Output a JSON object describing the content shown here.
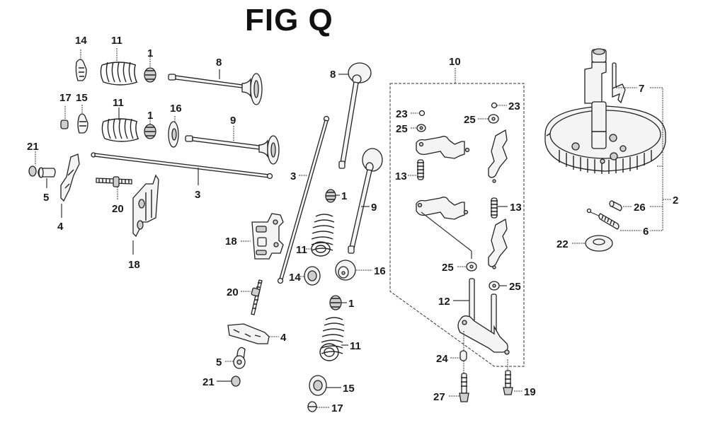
{
  "figure": {
    "title": "FIG Q",
    "type": "exploded parts diagram",
    "subject": "valve train / camshaft / rocker assembly"
  },
  "callouts": {
    "c14a": "14",
    "c11a": "11",
    "c1a": "1",
    "c8a": "8",
    "c17a": "17",
    "c15a": "15",
    "c11b": "11",
    "c1b": "1",
    "c16a": "16",
    "c9a": "9",
    "c21a": "21",
    "c5a": "5",
    "c4a": "4",
    "c20a": "20",
    "c3a": "3",
    "c18a": "18",
    "c3b": "3",
    "c8b": "8",
    "c1c": "1",
    "c9b": "9",
    "c18b": "18",
    "c11c": "11",
    "c14b": "14",
    "c16b": "16",
    "c20b": "20",
    "c4b": "4",
    "c5b": "5",
    "c21b": "21",
    "c1d": "1",
    "c11d": "11",
    "c15b": "15",
    "c17b": "17",
    "c10": "10",
    "c23a": "23",
    "c25a": "25",
    "c23b": "23",
    "c25b": "25",
    "c13a": "13",
    "c13b": "13",
    "c25c": "25",
    "c25d": "25",
    "c12": "12",
    "c24": "24",
    "c27": "27",
    "c19": "19",
    "c7": "7",
    "c2": "2",
    "c26": "26",
    "c6": "6",
    "c22": "22"
  },
  "parts": [
    {
      "ref": "1",
      "name": "valve-spring-retainer"
    },
    {
      "ref": "2",
      "name": "camshaft-assembly"
    },
    {
      "ref": "3",
      "name": "push-rod"
    },
    {
      "ref": "4",
      "name": "rocker-arm"
    },
    {
      "ref": "5",
      "name": "pivot-adjuster"
    },
    {
      "ref": "6",
      "name": "return-spring"
    },
    {
      "ref": "7",
      "name": "decompressor-weight"
    },
    {
      "ref": "8",
      "name": "intake-valve"
    },
    {
      "ref": "9",
      "name": "exhaust-valve"
    },
    {
      "ref": "10",
      "name": "tappet-assembly"
    },
    {
      "ref": "11",
      "name": "valve-spring"
    },
    {
      "ref": "12",
      "name": "tappet-shaft"
    },
    {
      "ref": "13",
      "name": "spring"
    },
    {
      "ref": "14",
      "name": "valve-stem-seal"
    },
    {
      "ref": "15",
      "name": "valve-stem-seal"
    },
    {
      "ref": "16",
      "name": "exhaust-valve-rotator"
    },
    {
      "ref": "17",
      "name": "valve-cotter"
    },
    {
      "ref": "18",
      "name": "push-rod-guide-plate"
    },
    {
      "ref": "19",
      "name": "bolt"
    },
    {
      "ref": "20",
      "name": "rocker-arm-pivot-bolt"
    },
    {
      "ref": "21",
      "name": "pivot-lock-nut"
    },
    {
      "ref": "22",
      "name": "washer"
    },
    {
      "ref": "23",
      "name": "clip"
    },
    {
      "ref": "24",
      "name": "dowel-pin"
    },
    {
      "ref": "25",
      "name": "washer"
    },
    {
      "ref": "26",
      "name": "pin"
    },
    {
      "ref": "27",
      "name": "bolt"
    }
  ]
}
